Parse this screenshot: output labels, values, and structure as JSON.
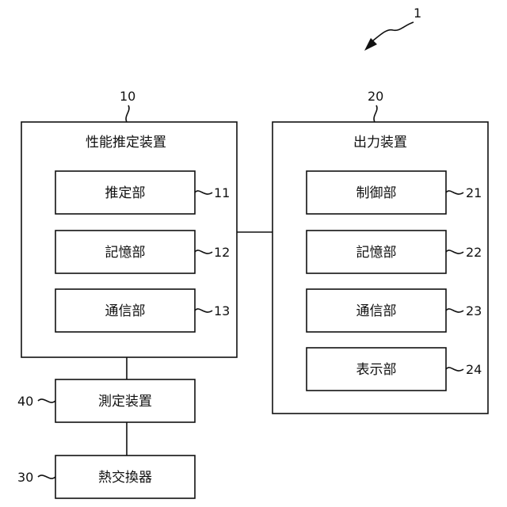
{
  "figure": {
    "number": "1",
    "estimation_device": {
      "ref": "10",
      "title": "性能推定装置",
      "units": [
        {
          "label": "推定部",
          "ref": "11"
        },
        {
          "label": "記憶部",
          "ref": "12"
        },
        {
          "label": "通信部",
          "ref": "13"
        }
      ]
    },
    "output_device": {
      "ref": "20",
      "title": "出力装置",
      "units": [
        {
          "label": "制御部",
          "ref": "21"
        },
        {
          "label": "記憶部",
          "ref": "22"
        },
        {
          "label": "通信部",
          "ref": "23"
        },
        {
          "label": "表示部",
          "ref": "24"
        }
      ]
    },
    "measurement_device": {
      "label": "測定装置",
      "ref": "40"
    },
    "heat_exchanger": {
      "label": "熱交換器",
      "ref": "30"
    }
  }
}
